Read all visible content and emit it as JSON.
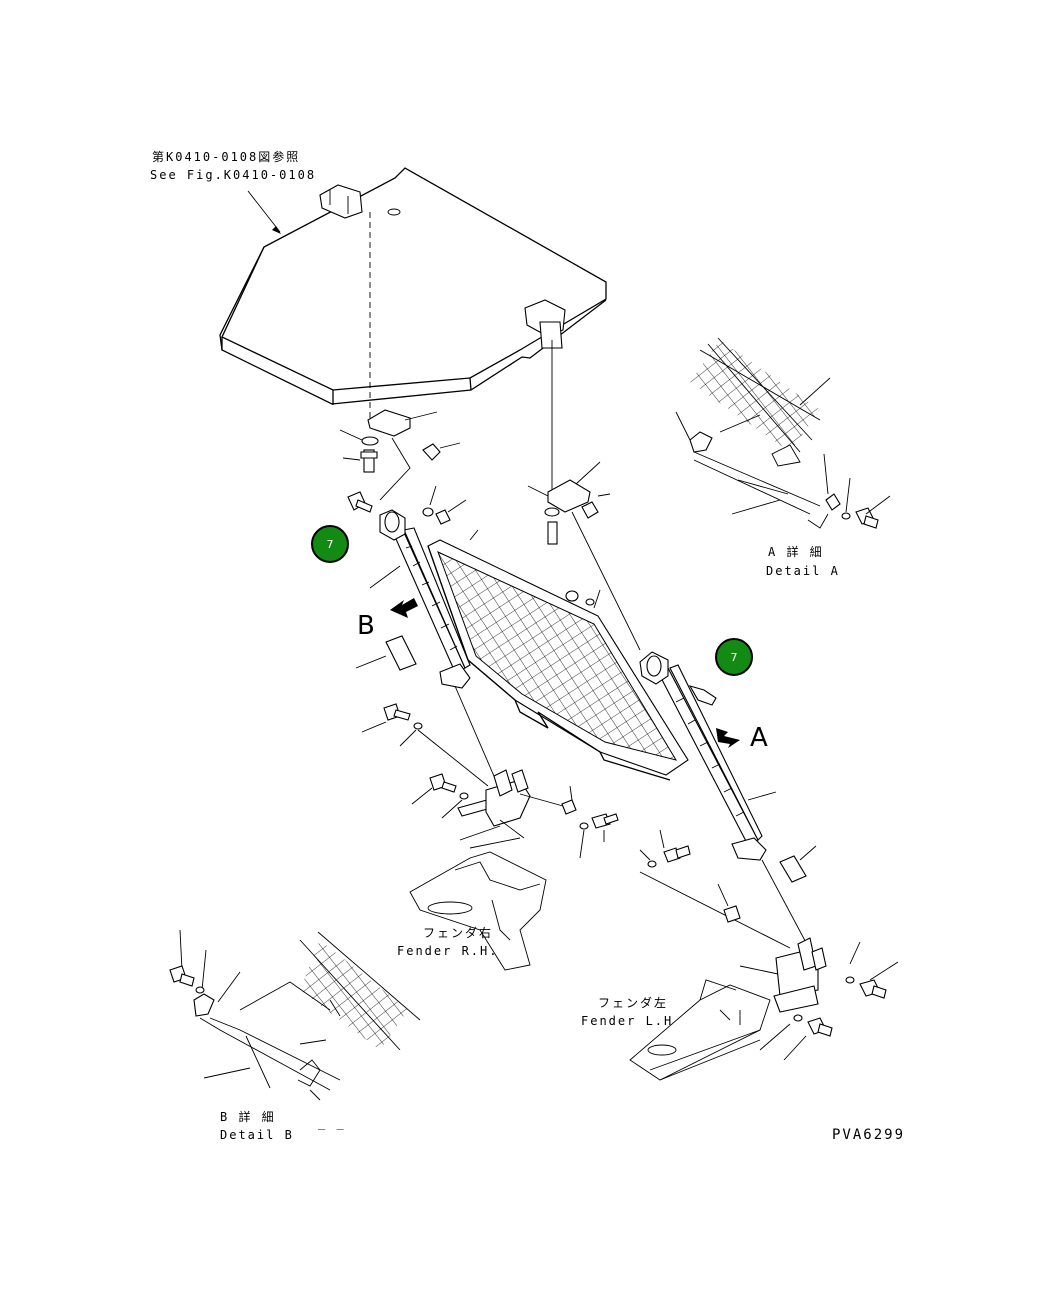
{
  "labels": {
    "ref_jp": "第K0410-0108図参照",
    "ref_en": "See Fig.K0410-0108",
    "detail_a_jp": "A 詳 細",
    "detail_a_en": "Detail A",
    "detail_b_jp": "B 詳 細",
    "detail_b_en": "Detail B",
    "fender_rh_jp": "フェンダ右",
    "fender_rh_en": "Fender R.H.",
    "fender_lh_jp": "フェンダ左",
    "fender_lh_en": "Fender L.H",
    "arrow_a": "A",
    "arrow_b": "B",
    "drawing_code": "PVA6299",
    "dash": "_ _"
  },
  "callouts": [
    {
      "label": "7"
    },
    {
      "label": "7"
    }
  ],
  "colors": {
    "callout_fill": "#138a13",
    "line": "#000000",
    "background": "#ffffff"
  }
}
